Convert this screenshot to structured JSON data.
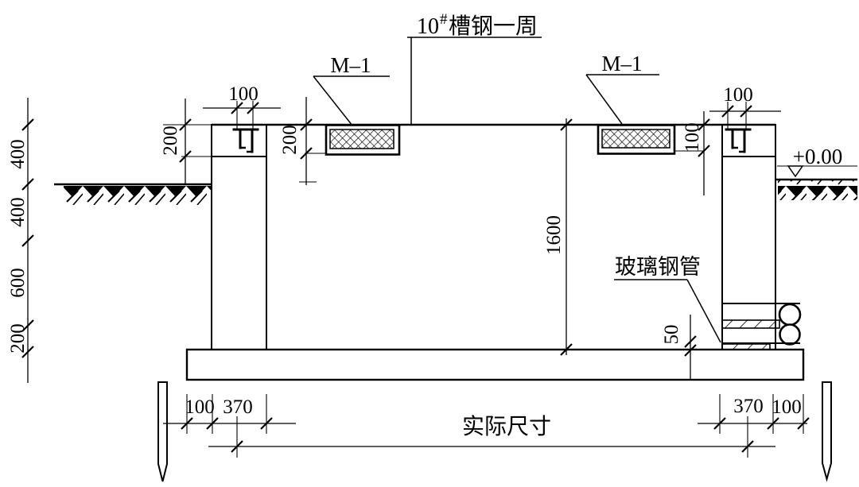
{
  "channel_note": {
    "base": "10",
    "sup": "#",
    "rest": "槽钢一周"
  },
  "plate_label_left": "M–1",
  "plate_label_right": "M–1",
  "pipe_label": "玻璃钢管",
  "level_label": "+0.00",
  "overall_label": "实际尺寸",
  "dims": {
    "chain": [
      "400",
      "400",
      "600",
      "200"
    ],
    "parapet": "200",
    "bolt_left": "100",
    "plate_left": "200",
    "depth": "1600",
    "plate_right": "100",
    "bolt_right": "100",
    "pipe_gap": "50",
    "edge_left": "100",
    "wall_left": "370",
    "wall_right": "370",
    "edge_right": "100"
  },
  "colors": {
    "ink": "#000000",
    "paper": "#ffffff"
  }
}
